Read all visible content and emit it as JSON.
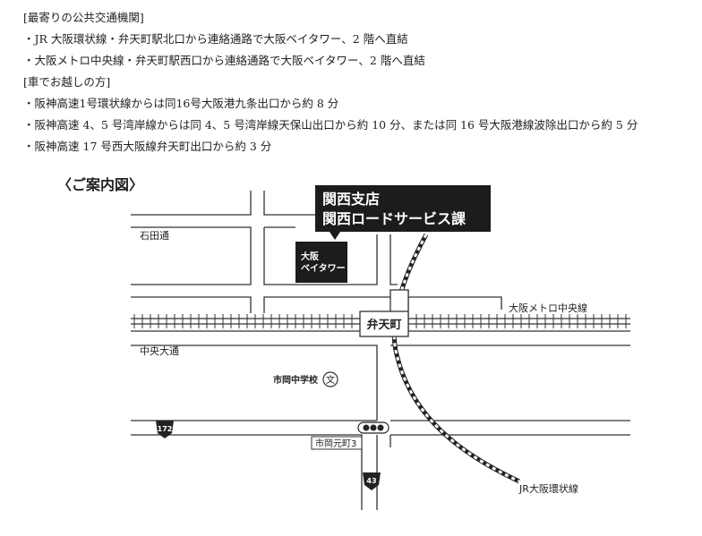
{
  "access": {
    "public_transport_heading": "[最寄りの公共交通機関]",
    "public_transport_items": [
      "JR 大阪環状線・弁天町駅北口から連絡通路で大阪ベイタワー、2 階へ直結",
      "大阪メトロ中央線・弁天町駅西口から連絡通路で大阪ベイタワー、2 階へ直結"
    ],
    "car_heading": "[車でお越しの方]",
    "car_items": [
      "阪神高速1号環状線からは同16号大阪港九条出口から約 8 分",
      "阪神高速 4、5 号湾岸線からは同 4、5 号湾岸線天保山出口から約 10 分、または同 16 号大阪港線波除出口から約 5 分",
      "阪神高速 17 号西大阪線弁天町出口から約 3 分"
    ]
  },
  "map": {
    "heading": "〈ご案内図〉",
    "branch_line1": "関西支店",
    "branch_line2": "関西ロードサービス課",
    "building_line1": "大阪",
    "building_line2": "ベイタワー",
    "street_ishida": "石田通",
    "street_chuo": "中央大通",
    "metro_line": "大阪メトロ中央線",
    "station": "弁天町",
    "school": "市岡中学校",
    "school_symbol": "文",
    "intersection": "市岡元町3",
    "route_172": "172",
    "route_43": "43",
    "jr_line": "JR大阪環状線",
    "icons": [
      "school-icon",
      "traffic-signal-icon",
      "route-shield-icon"
    ]
  }
}
